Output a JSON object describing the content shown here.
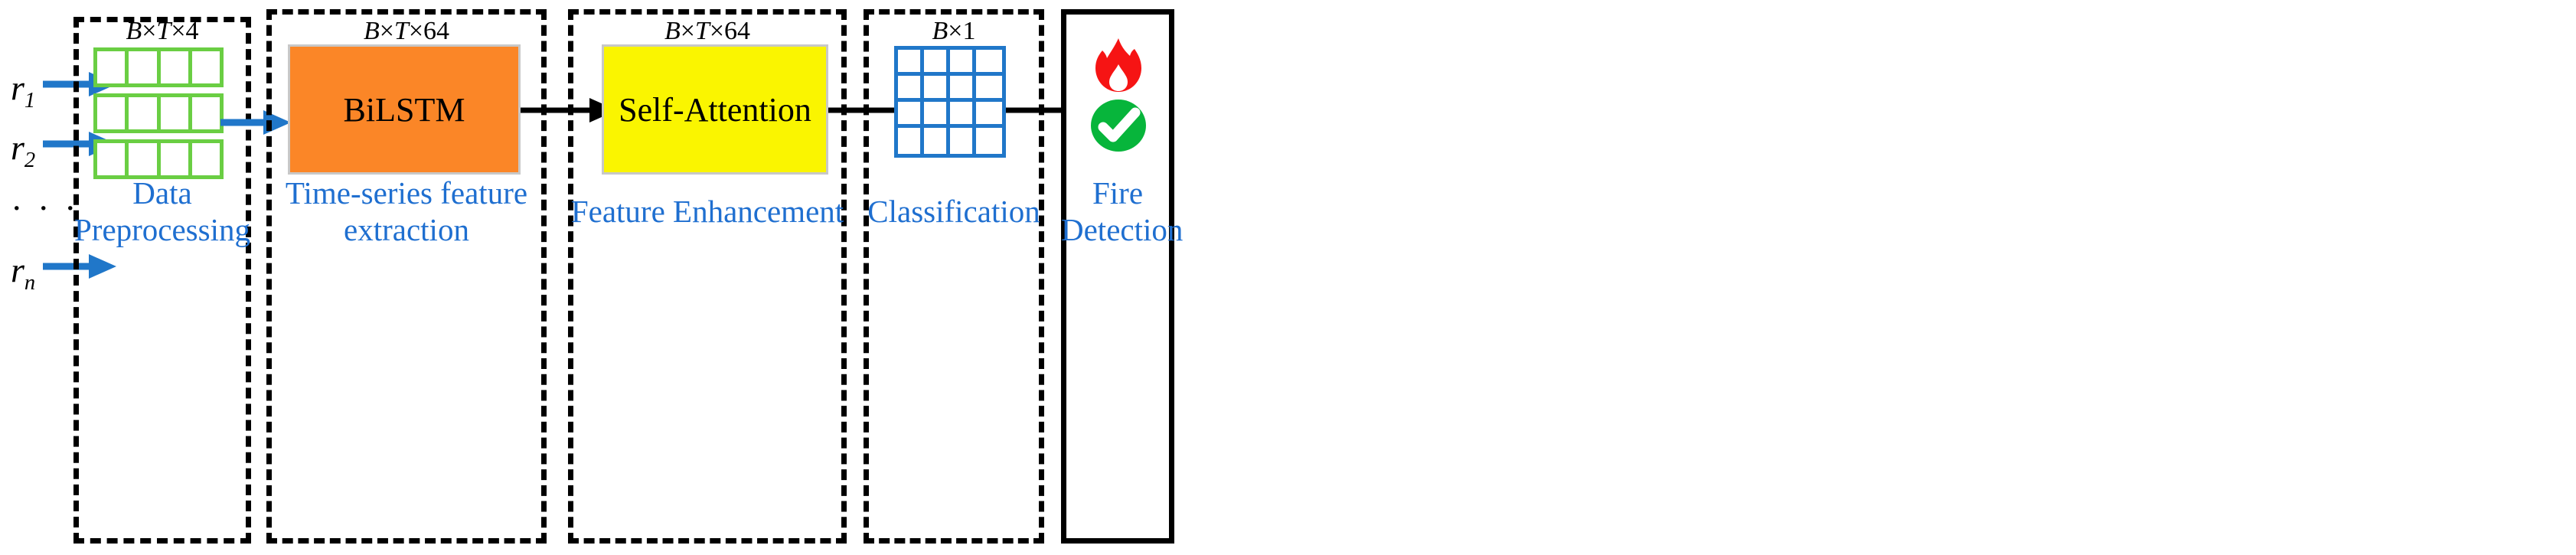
{
  "diagram": {
    "title": "Fire detection pipeline",
    "colors": {
      "caption_blue": "#1F6FD0",
      "token_green": "#6ACE43",
      "bilstm_orange": "#FB8627",
      "attention_yellow": "#FAF500",
      "grid_blue": "#2077C9",
      "arrow_blue": "#2077C9",
      "arrow_black": "#000000",
      "flame_red": "#F61414",
      "check_green": "#07B53B"
    }
  },
  "inputs": {
    "labels": [
      {
        "base": "r",
        "sub": "1"
      },
      {
        "base": "r",
        "sub": "2"
      },
      {
        "base": "r",
        "sub": "n"
      }
    ],
    "ellipsis": ". . ."
  },
  "stages": [
    {
      "id": "data-preprocessing",
      "shape": {
        "pre": "B",
        "x1": "×",
        "mid": "T",
        "x2": "×",
        "post": "4"
      },
      "shape_text": "B×T×4",
      "caption": "Data\nPreprocessing",
      "token_rows": 3,
      "token_cols": 4
    },
    {
      "id": "time-series-feature-extraction",
      "shape": {
        "pre": "B",
        "x1": "×",
        "mid": "T",
        "x2": "×",
        "post": "64"
      },
      "shape_text": "B×T×64",
      "caption": "Time-series feature\nextraction",
      "block_label": "BiLSTM"
    },
    {
      "id": "feature-enhancement",
      "shape": {
        "pre": "B",
        "x1": "×",
        "mid": "T",
        "x2": "×",
        "post": "64"
      },
      "shape_text": "B×T×64",
      "caption": "Feature  Enhancement",
      "block_label": "Self-Attention"
    },
    {
      "id": "classification",
      "shape": {
        "pre": "B",
        "x1": "×",
        "mid": "",
        "x2": "",
        "post": "1"
      },
      "shape_text": "B×1",
      "caption": "Classification",
      "grid_rows": 4,
      "grid_cols": 4
    },
    {
      "id": "fire-detection",
      "caption": "Fire\nDetection",
      "icons": [
        "flame-icon",
        "check-circle-icon"
      ]
    }
  ]
}
